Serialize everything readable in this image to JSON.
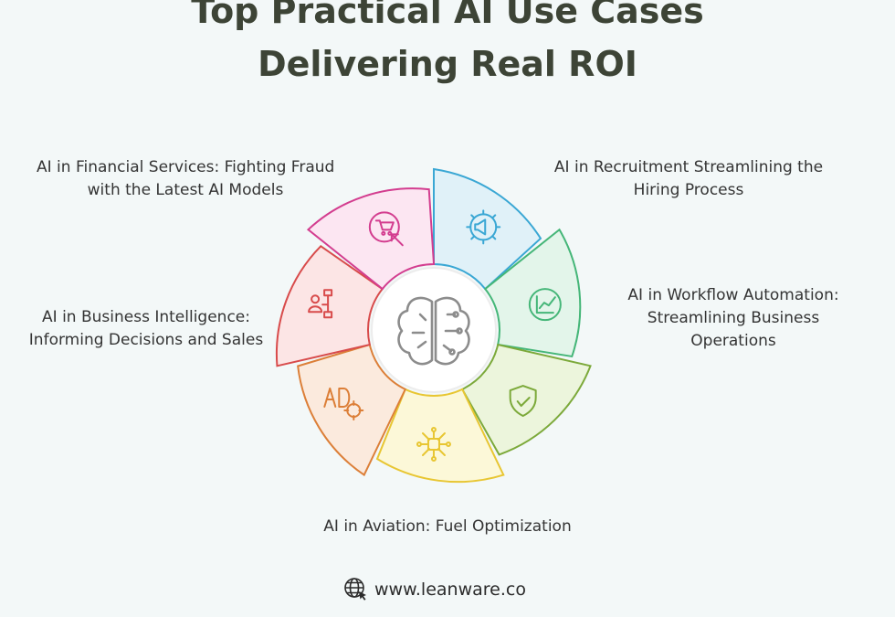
{
  "title": {
    "line1": "Top Practical AI Use Cases",
    "line2": "Delivering Real ROI"
  },
  "labels": {
    "financial": [
      "AI in Financial Services: Fighting Fraud",
      "with the Latest AI Models"
    ],
    "recruitment": [
      "AI in Recruitment Streamlining the",
      "Hiring Process"
    ],
    "workflow": [
      "AI in Workflow Automation:",
      "Streamlining Business",
      "Operations"
    ],
    "business_intelligence": [
      "AI in Business Intelligence:",
      "Informing Decisions and Sales"
    ],
    "aviation": [
      "AI in Aviation: Fuel Optimization"
    ]
  },
  "segments": [
    {
      "name": "recruitment",
      "icon": "gear-megaphone-icon",
      "fill": "#e0f1f8",
      "stroke": "#3aa7d4"
    },
    {
      "name": "workflow",
      "icon": "chart-icon",
      "fill": "#e3f5ea",
      "stroke": "#45b678"
    },
    {
      "name": "security",
      "icon": "shield-check-icon",
      "fill": "#ecf5dc",
      "stroke": "#7ca93a"
    },
    {
      "name": "aviation",
      "icon": "network-icon",
      "fill": "#fcf8d8",
      "stroke": "#e8c632"
    },
    {
      "name": "advertising",
      "icon": "ad-target-icon",
      "fill": "#fbeadd",
      "stroke": "#dc7f38"
    },
    {
      "name": "business-intelligence",
      "icon": "people-icon",
      "fill": "#fce5e5",
      "stroke": "#d84b4b"
    },
    {
      "name": "financial",
      "icon": "cart-click-icon",
      "fill": "#fce6f2",
      "stroke": "#d33d8f"
    }
  ],
  "center_icon": "brain-icon",
  "footer": {
    "text": "www.leanware.co",
    "icon": "globe-cursor-icon"
  }
}
